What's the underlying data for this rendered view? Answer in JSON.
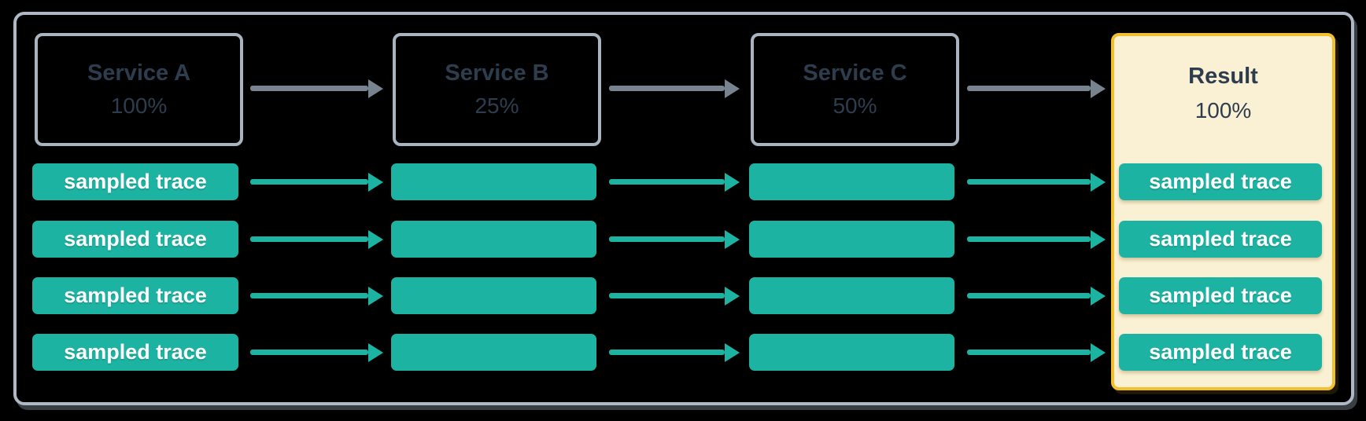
{
  "diagram": {
    "columns": [
      {
        "id": "service-a",
        "title": "Service A",
        "rate": "100%",
        "type": "service"
      },
      {
        "id": "service-b",
        "title": "Service B",
        "rate": "25%",
        "type": "service"
      },
      {
        "id": "service-c",
        "title": "Service C",
        "rate": "50%",
        "type": "service"
      },
      {
        "id": "result",
        "title": "Result",
        "rate": "100%",
        "type": "result"
      }
    ],
    "trace_label": "sampled trace",
    "trace_rows": 4,
    "colors": {
      "teal": "#1DB3A2",
      "arrow_gray": "#77838F",
      "service_border": "#A8B4C0",
      "container_border": "#AEB9C5",
      "result_border": "#F2C02F",
      "result_fill": "#FAF0D3",
      "text_dark": "#2E3D4E",
      "trace_text": "#FFFFFF"
    }
  }
}
